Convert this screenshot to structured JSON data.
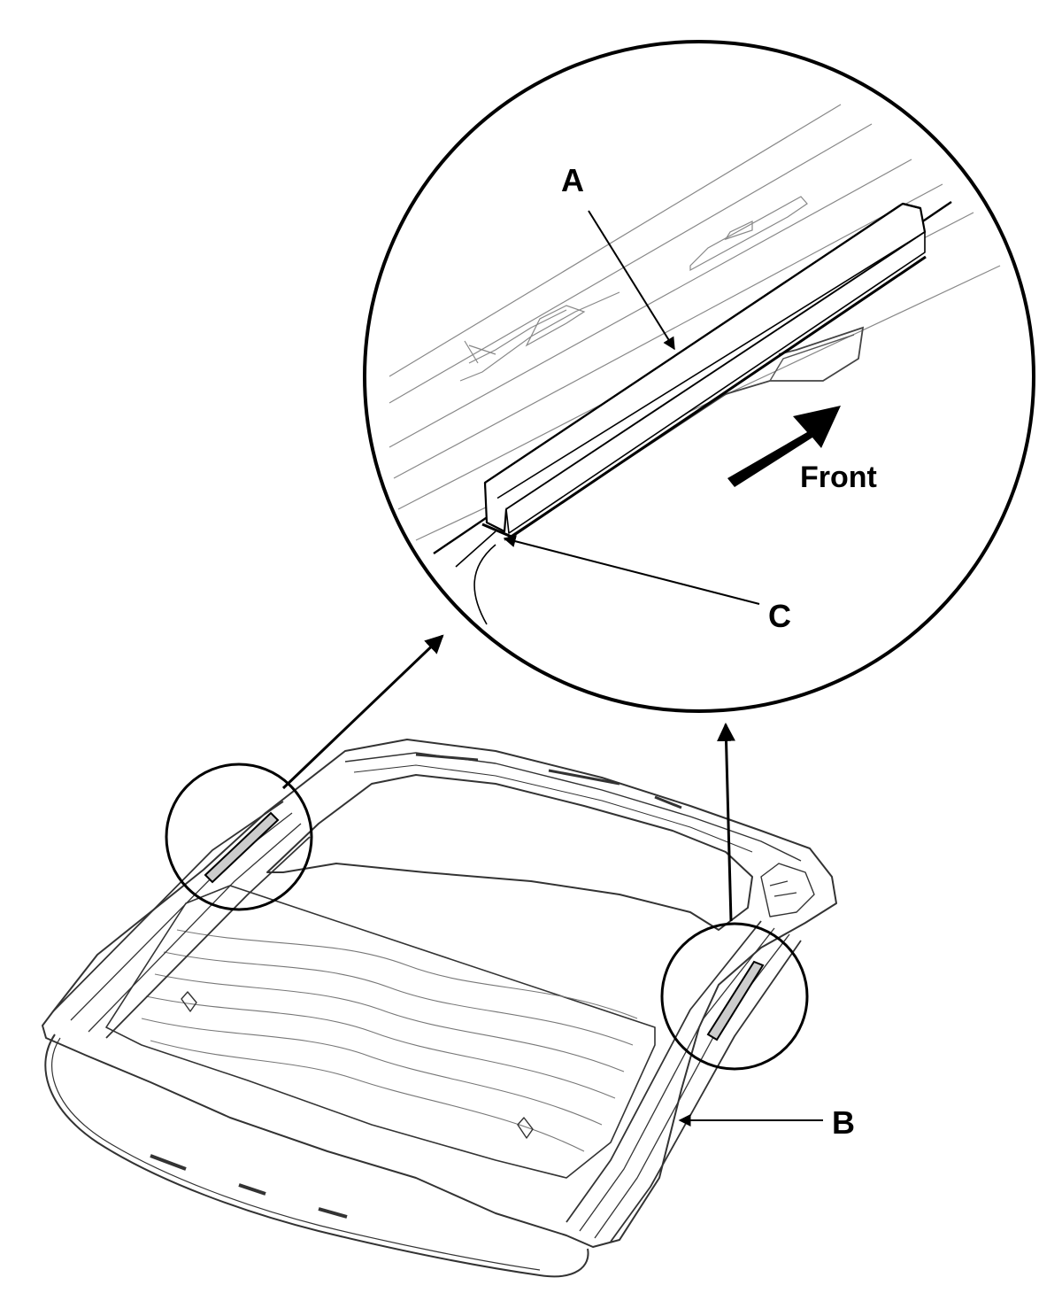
{
  "labels": {
    "a": "A",
    "b": "B",
    "c": "C",
    "front": "Front"
  },
  "colors": {
    "line": "#000000",
    "thin": "#555555",
    "fill": "#ffffff"
  }
}
